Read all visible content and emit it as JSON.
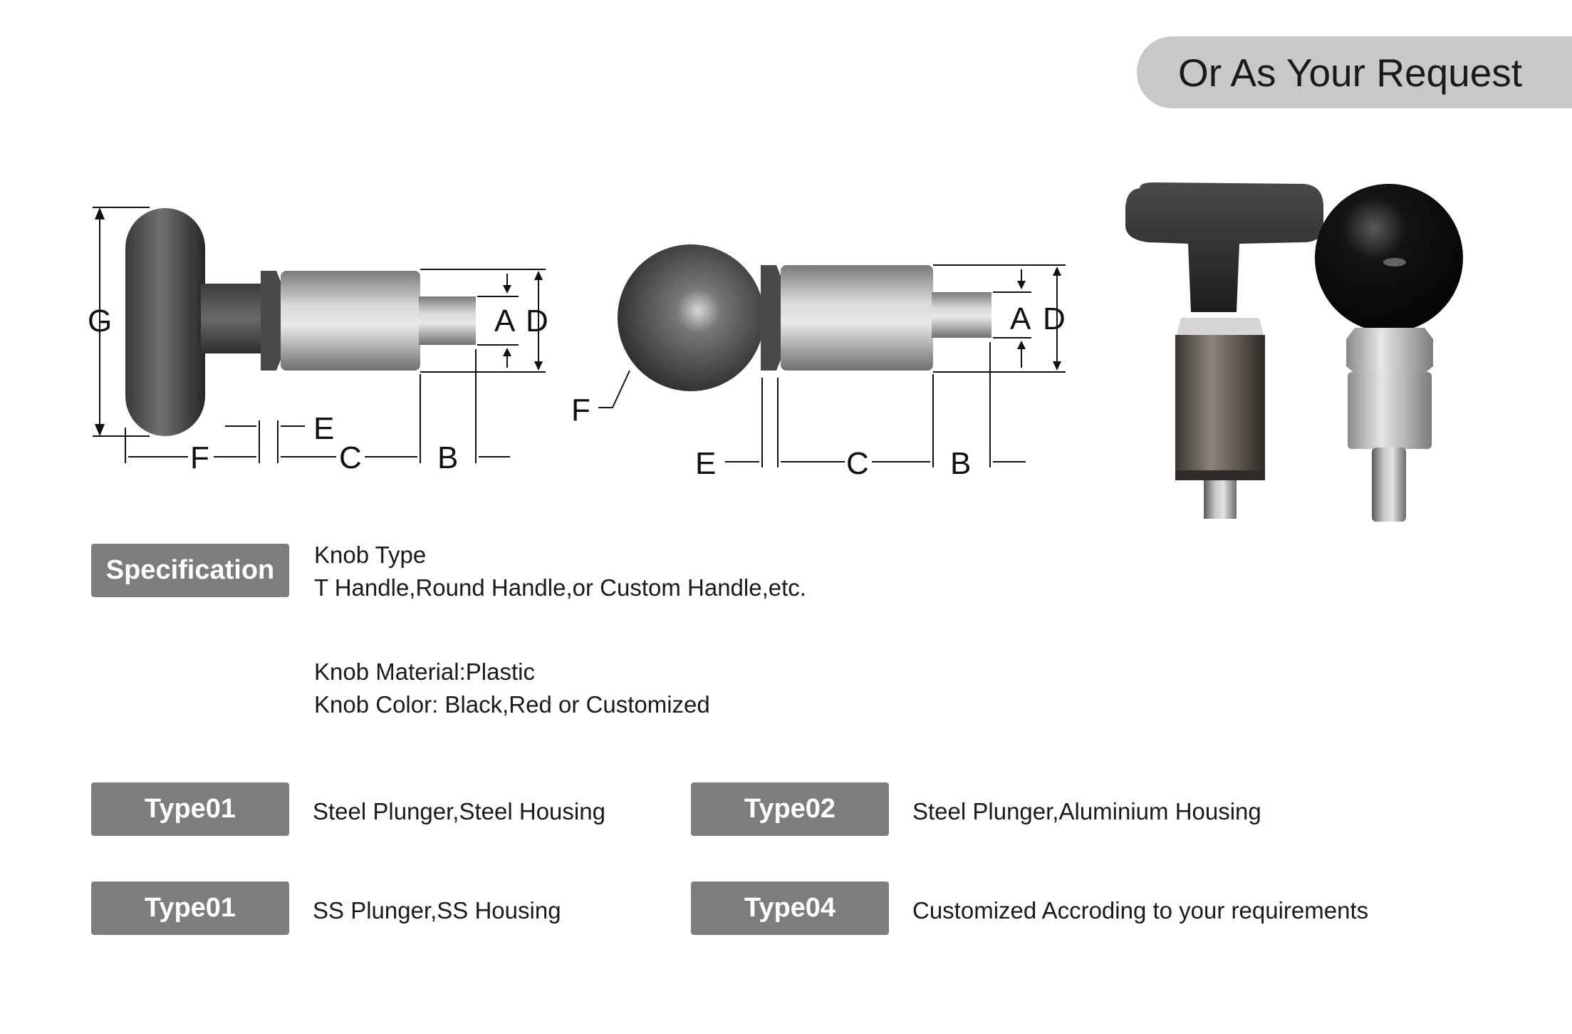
{
  "header": {
    "request_label": "Or As Your Request"
  },
  "diagram_t_handle": {
    "labels": {
      "g": "G",
      "a": "A",
      "d": "D",
      "e": "E",
      "f": "F",
      "c": "C",
      "b": "B"
    }
  },
  "diagram_round_handle": {
    "labels": {
      "a": "A",
      "d": "D",
      "e": "E",
      "f": "F",
      "c": "C",
      "b": "B"
    }
  },
  "specification": {
    "badge": "Specification",
    "knob_type_title": "Knob Type",
    "knob_type_value": "T Handle,Round Handle,or Custom Handle,etc.",
    "knob_material": "Knob Material:Plastic",
    "knob_color": "Knob Color: Black,Red or Customized"
  },
  "types": [
    {
      "badge": "Type01",
      "description": "Steel Plunger,Steel Housing"
    },
    {
      "badge": "Type02",
      "description": "Steel Plunger,Aluminium Housing"
    },
    {
      "badge": "Type01",
      "description": "SS Plunger,SS Housing"
    },
    {
      "badge": "Type04",
      "description": "Customized Accroding to your requirements"
    }
  ],
  "colors": {
    "badge": "#7d7d7d",
    "pill": "#c8c8c8",
    "knob": "#2b2b2b",
    "metal": "#b5b5b5"
  }
}
